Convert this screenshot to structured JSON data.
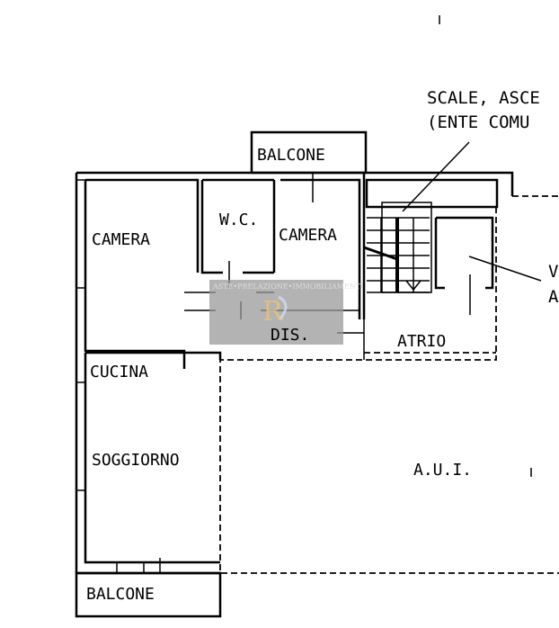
{
  "plan": {
    "rooms": {
      "balcone_top": "BALCONE",
      "camera_left": "CAMERA",
      "wc": "W.C.",
      "camera_right": "CAMERA",
      "dis": "DIS.",
      "atrio": "ATRIO",
      "cucina": "CUCINA",
      "soggiorno": "SOGGIORNO",
      "aui": "A.U.I.",
      "balcone_bottom": "BALCONE"
    },
    "annotations": {
      "scale_line1": "SCALE, ASCE",
      "scale_line2": "(ENTE COMU",
      "right_line1": "V",
      "right_line2": "A"
    }
  },
  "watermark": {
    "text": "ASTE•PRELAZIONE•IMMOBILIAMENTI"
  }
}
